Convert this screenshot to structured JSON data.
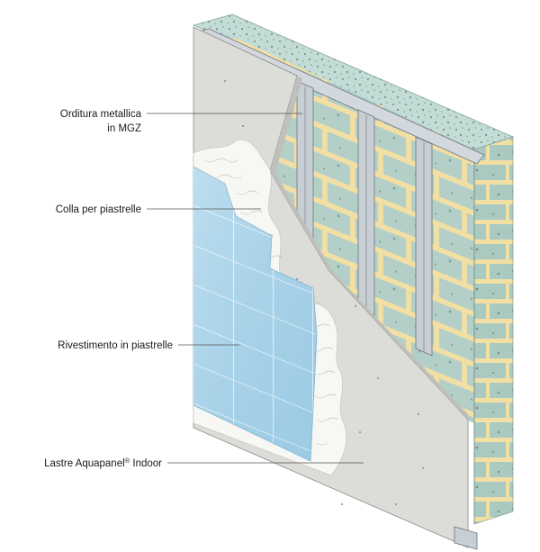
{
  "labels": {
    "frame_line1": "Orditura metallica",
    "frame_line2": "in MGZ",
    "adhesive": "Colla per piastrelle",
    "tiles": "Rivestimento in piastrelle",
    "board": "Lastre Aquapanel",
    "board_mark": "®",
    "board_suffix": " Indoor"
  },
  "colors": {
    "block_face": "#a9c9c1",
    "block_top": "#c3dcd6",
    "mortar": "#f2dfa4",
    "board": "#dcdcd8",
    "adhesive": "#f7f7f4",
    "tile": "#a7d3ea",
    "stud": "#c7ced4",
    "leader": "#555555"
  }
}
